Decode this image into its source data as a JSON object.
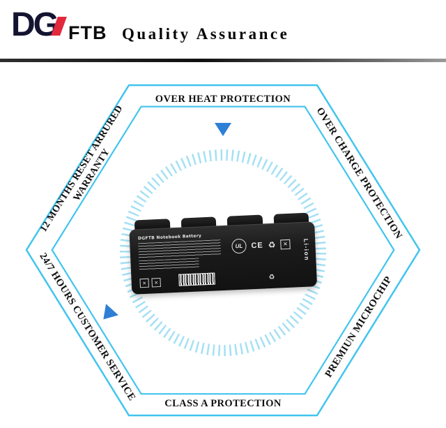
{
  "header": {
    "logo_dg": "DG",
    "logo_ftb": "FTB",
    "tagline": "Quality Assurance"
  },
  "hexagon_labels": {
    "top": "OVER HEAT PROTECTION",
    "top_right": "OVER CHARGE PROTECTION",
    "bottom_right": "PREMIUN MICROCHIP",
    "bottom": "CLASS A PROTECTION",
    "bottom_left": "24/7 HOURS CUSTOMER SERVICE",
    "top_left_line1": "12 MONTHS RESET ARRURED",
    "top_left_line2": "WARRANTY"
  },
  "battery": {
    "brand": "DGFTB",
    "label_title": "Notebook Battery",
    "chemistry": "Li-ion",
    "marks": [
      "UL",
      "CE"
    ]
  },
  "icons": {
    "recycle": "♻",
    "crossed_bin": "✕"
  },
  "colors": {
    "hex_line": "#41c4ee",
    "tick_ring": "#a5e0f4",
    "arrow_blue": "#2e7fd6",
    "logo_navy": "#141432",
    "logo_red": "#e2283c"
  }
}
